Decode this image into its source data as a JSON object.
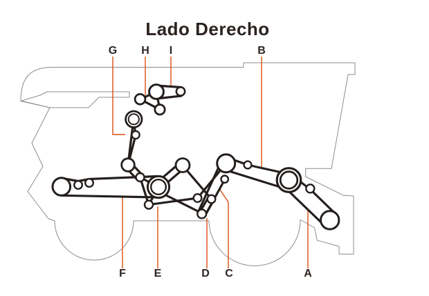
{
  "title": "Lado Derecho",
  "callouts": [
    {
      "letter": "G"
    },
    {
      "letter": "H"
    },
    {
      "letter": "I"
    },
    {
      "letter": "B"
    },
    {
      "letter": "F"
    },
    {
      "letter": "E"
    },
    {
      "letter": "D"
    },
    {
      "letter": "C"
    },
    {
      "letter": "A"
    }
  ],
  "colors": {
    "background": "#ffffff",
    "text": "#2b2320",
    "outline": "#8c8c8c",
    "belt": "#241f1d",
    "leader": "#dc4e10"
  }
}
